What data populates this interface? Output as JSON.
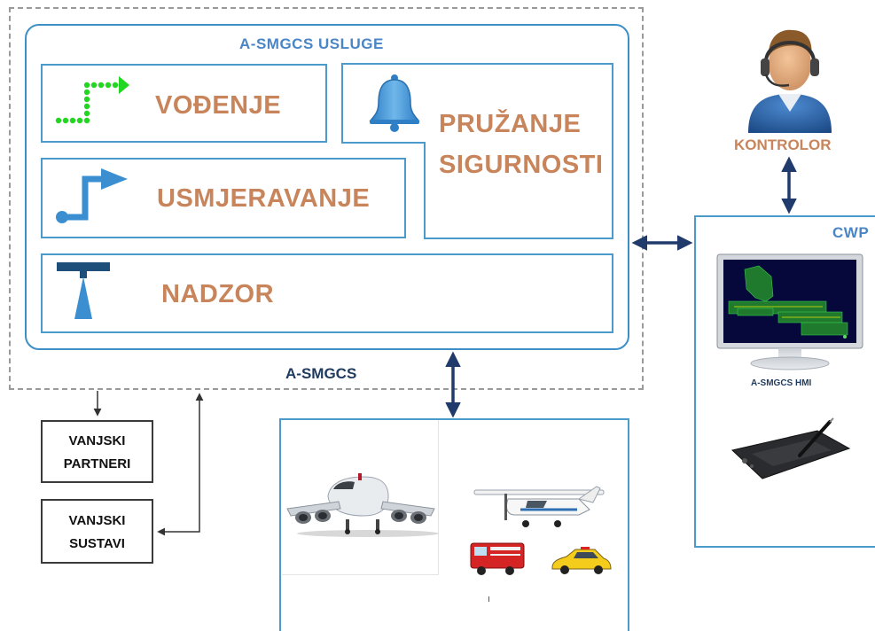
{
  "services": {
    "title": "A-SMGCS USLUGE",
    "vodjenje": "VOĐENJE",
    "usmjeravanje": "USMJERAVANJE",
    "nadzor": "NADZOR",
    "sigurnost_line1": "PRUŽANJE",
    "sigurnost_line2": "SIGURNOSTI"
  },
  "system_label": "A-SMGCS",
  "external": {
    "partneri_line1": "VANJSKI",
    "partneri_line2": "PARTNERI",
    "sustavi_line1": "VANJSKI",
    "sustavi_line2": "SUSTAVI"
  },
  "controller_label": "KONTROLOR",
  "cwp": {
    "title": "CWP",
    "hmi_label": "A-SMGCS HMI"
  },
  "colors": {
    "frame_blue": "#3d8fc6",
    "service_text": "#c8845a",
    "title_blue": "#4a86c6",
    "arrow_navy": "#1f3a6b",
    "guidance_green": "#22d622",
    "icon_blue": "#3b8fd0"
  },
  "icons": [
    "guidance-path-icon",
    "routing-pipe-icon",
    "surveillance-antenna-icon",
    "alert-bell-icon",
    "controller-avatar-icon",
    "hmi-monitor-icon",
    "pen-tablet-icon",
    "airliner-image",
    "small-aircraft-image",
    "fire-truck-image",
    "service-car-image"
  ]
}
